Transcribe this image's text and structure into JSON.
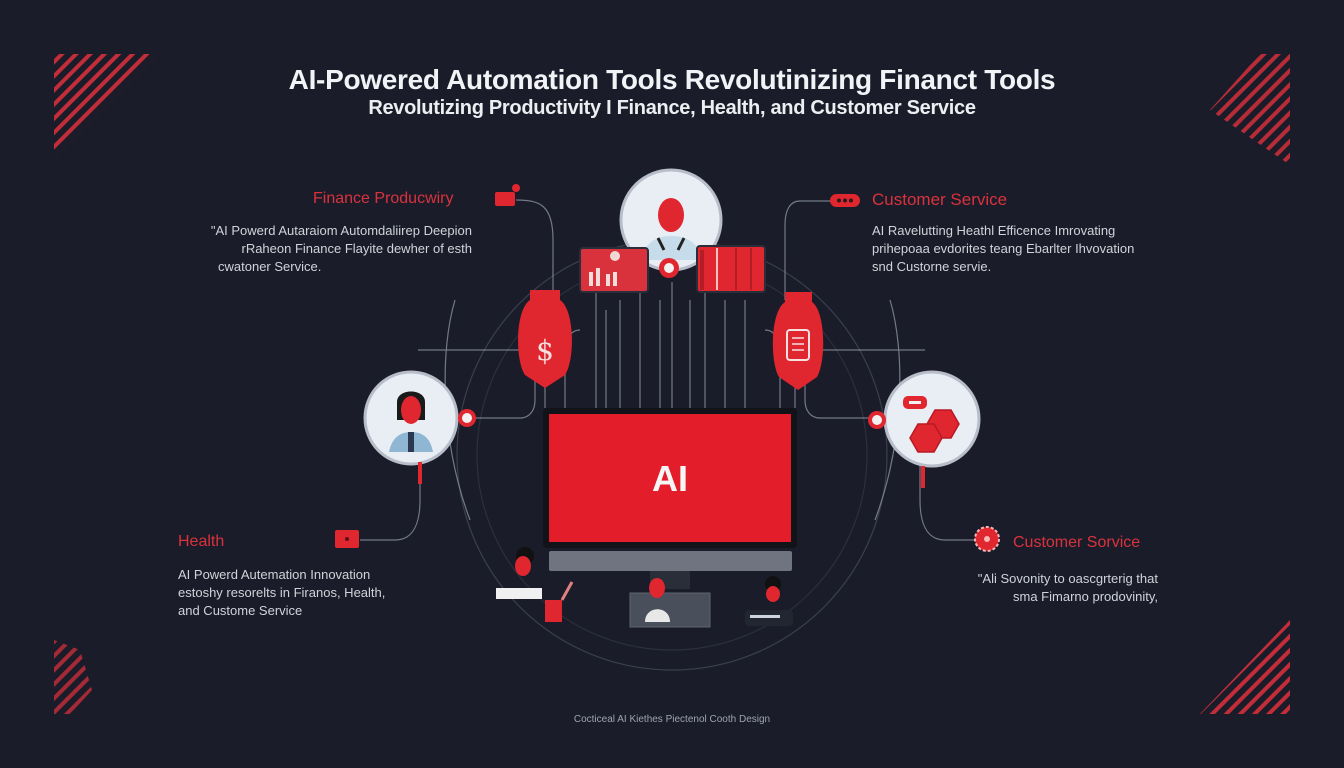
{
  "header": {
    "title": "AI-Powered Automation Tools Revolutinizing Financt Tools",
    "subtitle": "Revolutizing Productivity I Finance, Health, and Customer Service"
  },
  "sections": {
    "finance": {
      "title": "Finance Producwiry",
      "body": [
        "\"AI Powerd Autaraiom Automdaliirep Deepion",
        "rRaheon Finance Flayite dewher of esth",
        "cwatoner Service."
      ]
    },
    "customer_service_top": {
      "title": "Customer Service",
      "body": [
        "AI Ravelutting Heathl Efficence Imrovating",
        "prihepoaa evdorites teang Ebarlter Ihvovation",
        "snd Custorne servie."
      ]
    },
    "health": {
      "title": "Health",
      "body": [
        "AI Powerd Autemation Innovation",
        "estoshy resorelts in Firanos, Health,",
        "and Custome Service"
      ]
    },
    "customer_service_bottom": {
      "title": "Customer Sorvice",
      "body": [
        "\"Ali Sovonity to oascgrterig that",
        "sma Fimarno prodovinity,"
      ]
    }
  },
  "center": {
    "screen_label": "AI"
  },
  "icons": {
    "finance_tag": "tag-icon",
    "customer_tag": "tag-pill-icon",
    "health_tag": "tag-icon",
    "customer_gear": "gear-icon",
    "dollar_shield": "dollar-shield-icon",
    "medical_shield": "medical-shield-icon",
    "chart_card": "bar-chart-icon",
    "doc_card": "document-icon"
  },
  "colors": {
    "background": "#1a1d29",
    "accent_red": "#e01f2d",
    "text_red": "#d9323d",
    "line_gray": "#8a90a0",
    "circle_fill": "#e9eef5"
  },
  "footer": {
    "text": "Cocticeal AI Kiethes Piectenol Cooth Design"
  }
}
